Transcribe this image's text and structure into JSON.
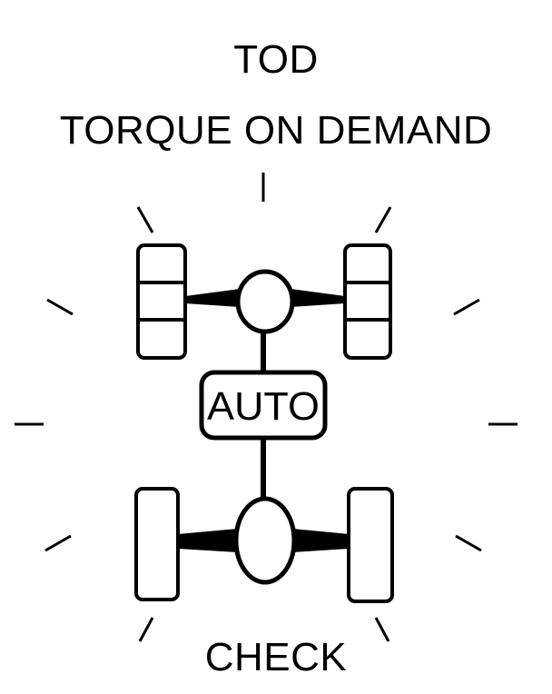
{
  "indicator": {
    "title_short": "TOD",
    "title_long": "TORQUE ON DEMAND",
    "mode_label": "AUTO",
    "status_label": "CHECK"
  },
  "colors": {
    "stroke": "#000000",
    "fill": "#ffffff",
    "background": "#ffffff"
  }
}
